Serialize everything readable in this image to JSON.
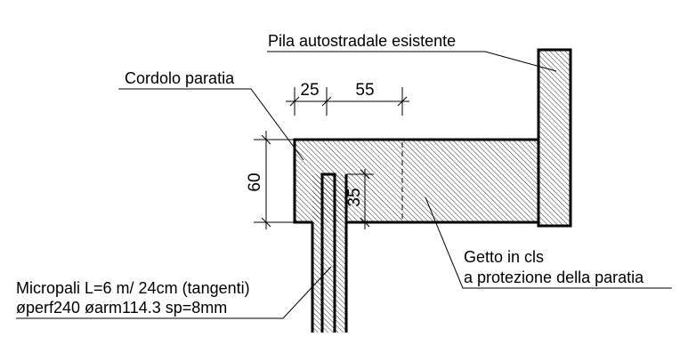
{
  "labels": {
    "pier": "Pila autostradale esistente",
    "curb": "Cordolo paratia",
    "cast_line1": "Getto in cls",
    "cast_line2": "a protezione della paratia",
    "piles_line1": "Micropali L=6 m/ 24cm (tangenti)",
    "piles_line2": "øperf240 øarm114.3 sp=8mm"
  },
  "dimensions": {
    "d25": "25",
    "d55": "55",
    "d60": "60",
    "d35": "35"
  }
}
